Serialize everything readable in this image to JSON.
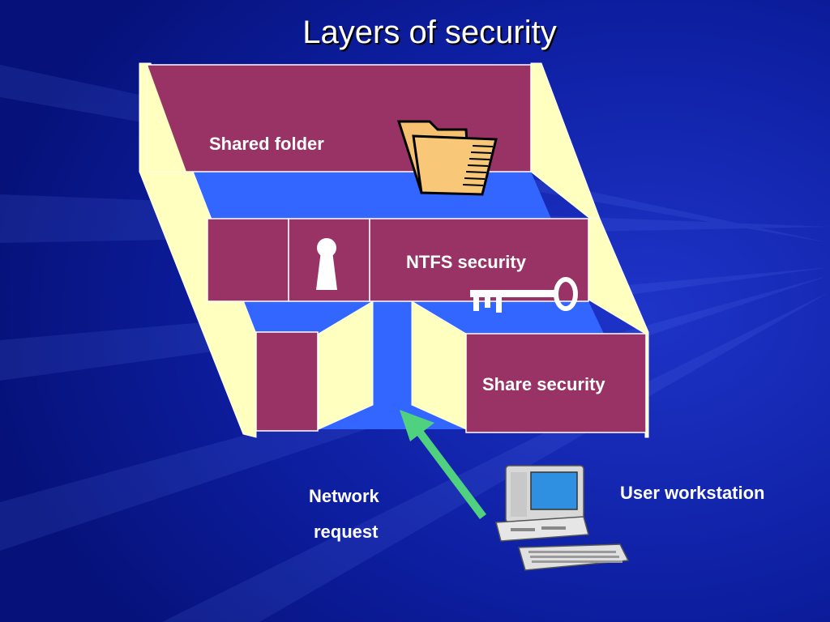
{
  "slide": {
    "title": "Layers of security"
  },
  "layers": {
    "shared_folder": "Shared folder",
    "ntfs_security": "NTFS security",
    "share_security": "Share security"
  },
  "callouts": {
    "network_request_line1": "Network",
    "network_request_line2": "request",
    "user_workstation": "User workstation"
  },
  "colors": {
    "background": "#0a1a8c",
    "wall_face": "#993366",
    "wall_side": "#ffffc0",
    "floor": "#3366ff",
    "arrow": "#4fd17f",
    "monitor_screen": "#2f8fe0"
  }
}
